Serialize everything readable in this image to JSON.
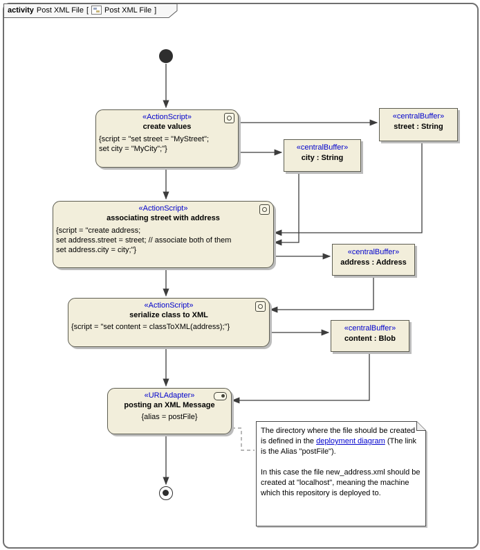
{
  "header": {
    "kind": "activity",
    "name": "Post XML File",
    "open": "[",
    "diagram_name": "Post XML File",
    "close": "]"
  },
  "actions": {
    "create_values": {
      "stereotype": "«ActionScript»",
      "name": "create values",
      "lines": [
        "{script = \"set street = \"MyStreet\";",
        "set city = \"MyCity\";\"}"
      ]
    },
    "associating": {
      "stereotype": "«ActionScript»",
      "name": "associating street with address",
      "lines": [
        "{script = \"create address;",
        "set address.street = street; // associate both of them",
        "set address.city = city;\"}"
      ]
    },
    "serialize": {
      "stereotype": "«ActionScript»",
      "name": "serialize class to XML",
      "lines": [
        "{script = \"set content = classToXML(address);\"}"
      ]
    },
    "posting": {
      "stereotype": "«URLAdapter»",
      "name": "posting an XML Message",
      "lines": [
        "{alias = postFile}"
      ]
    }
  },
  "buffers": {
    "street": {
      "stereotype": "«centralBuffer»",
      "name": "street : String"
    },
    "city": {
      "stereotype": "«centralBuffer»",
      "name": "city : String"
    },
    "address": {
      "stereotype": "«centralBuffer»",
      "name": "address : Address"
    },
    "content": {
      "stereotype": "«centralBuffer»",
      "name": "content : Blob"
    }
  },
  "note": {
    "p1_before": "The directory where the file should be created is defined in the ",
    "link": "deployment diagram",
    "p1_after": " (The link is the Alias \"postFile\").",
    "p2": "In this case the file new_address.xml should be created at \"localhost\", meaning the machine which this repository is deployed to."
  },
  "colors": {
    "node_fill": "#f2eedb",
    "stereotype": "#0000cc",
    "link": "#0000cc",
    "edge": "#3c3c3c"
  }
}
